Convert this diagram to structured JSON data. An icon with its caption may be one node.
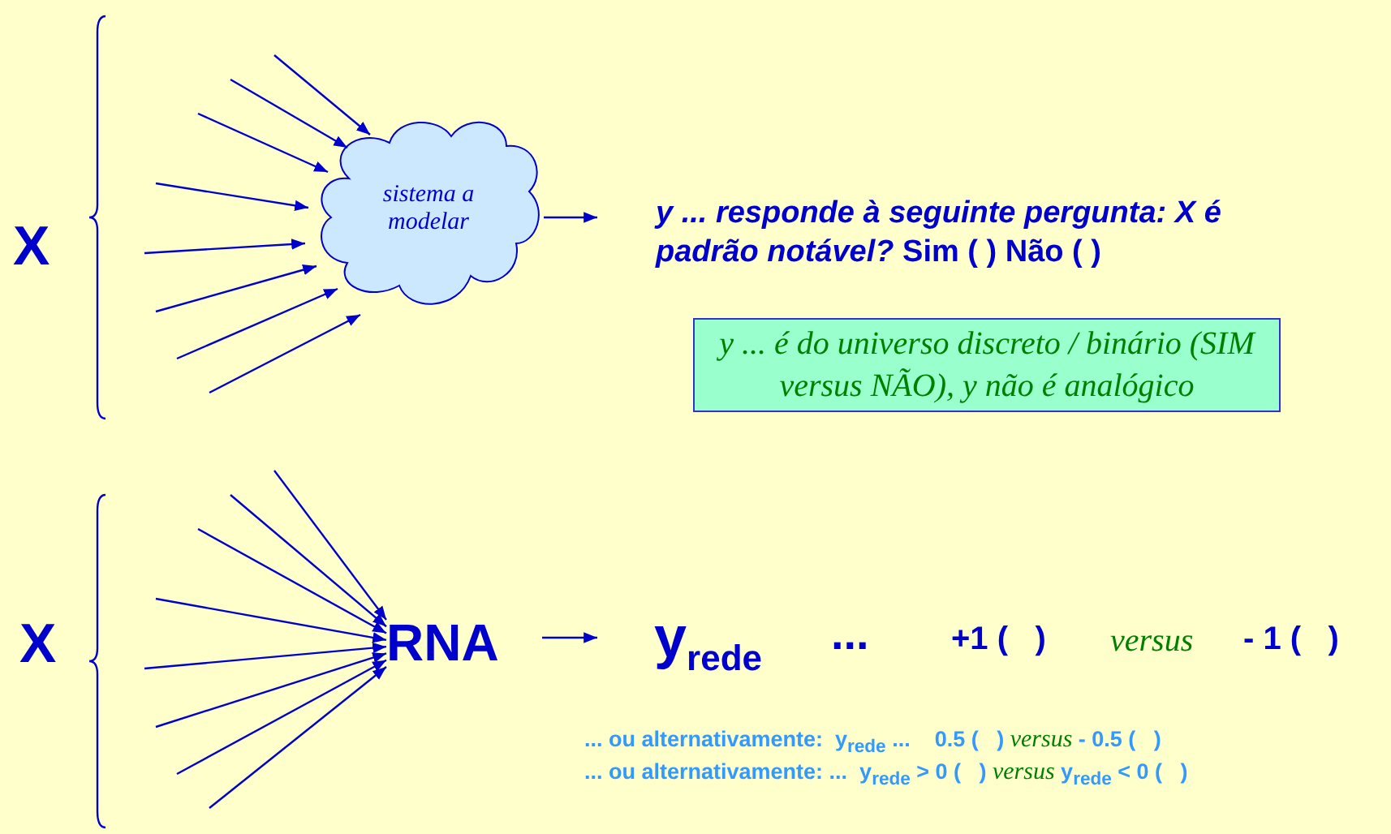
{
  "diagram": {
    "nodes": [
      {
        "text": [
          "sistema a modelar"
        ]
      },
      {
        "text": [
          "*y ... responde à seguinte pergunta: X é padrão notável?* Sim (   )  Não (   )"
        ]
      },
      {
        "text": [
          "y ... é do universo discreto / binário (SIM versus NÃO), y não é analógico"
        ]
      },
      {
        "text": [
          "RNA"
        ]
      },
      {
        "text": [
          "y$_{rede}$"
        ]
      }
    ],
    "edges": [
      {
        "from": null,
        "to": 0,
        "arrow": "to"
      },
      {
        "from": null,
        "to": 0,
        "arrow": "to"
      },
      {
        "from": null,
        "to": 0,
        "arrow": "to"
      },
      {
        "from": null,
        "to": 0,
        "arrow": "to"
      },
      {
        "from": null,
        "to": 0,
        "arrow": "to"
      },
      {
        "from": null,
        "to": 0,
        "arrow": "to"
      },
      {
        "from": null,
        "to": 0,
        "arrow": "to"
      },
      {
        "from": null,
        "to": 0,
        "arrow": "to"
      },
      {
        "from": 0,
        "to": 1,
        "arrow": "to"
      },
      {
        "from": null,
        "to": 3,
        "arrow": "to"
      },
      {
        "from": null,
        "to": 3,
        "arrow": "to"
      },
      {
        "from": null,
        "to": 3,
        "arrow": "to"
      },
      {
        "from": null,
        "to": 3,
        "arrow": "to"
      },
      {
        "from": null,
        "to": 3,
        "arrow": "to"
      },
      {
        "from": null,
        "to": 3,
        "arrow": "to"
      },
      {
        "from": null,
        "to": 3,
        "arrow": "to"
      },
      {
        "from": null,
        "to": 3,
        "arrow": "to"
      },
      {
        "from": 3,
        "to": 4,
        "arrow": "to"
      }
    ],
    "labels": [
      "X",
      "X",
      "...",
      "+1 (   )",
      "versus",
      "- 1 (   )",
      "... ou alternativamente:  y$_{rede}$ ...    0.5 (   ) *versus* - 0.5 (   )",
      "... ou alternativamente: ...  y$_{rede}$ > 0 (   ) *versus* y$_{rede}$ < 0 (   )"
    ]
  }
}
